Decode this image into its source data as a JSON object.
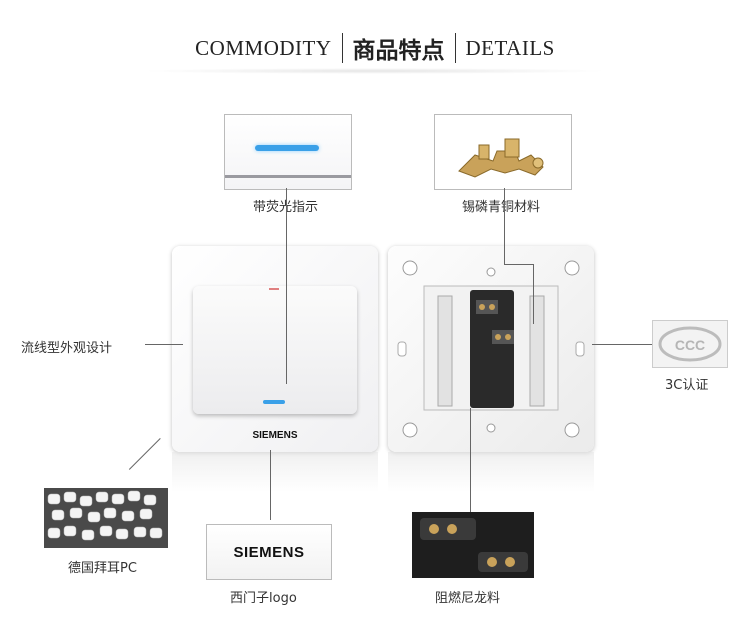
{
  "header": {
    "left": "COMMODITY",
    "center": "商品特点",
    "right": "DETAILS"
  },
  "features": {
    "indicator": "带荧光指示",
    "material_copper": "锡磷青铜材料",
    "streamline": "流线型外观设计",
    "cert_3c": "3C认证",
    "pc_material": "德国拜耳PC",
    "logo": "西门子logo",
    "nylon": "阻燃尼龙料"
  },
  "brand": {
    "switch_text": "SIEMENS",
    "logo_box_text": "SIEMENS"
  },
  "colors": {
    "indicator_blue": "#3aa0e8",
    "copper": "#c9a25a"
  }
}
